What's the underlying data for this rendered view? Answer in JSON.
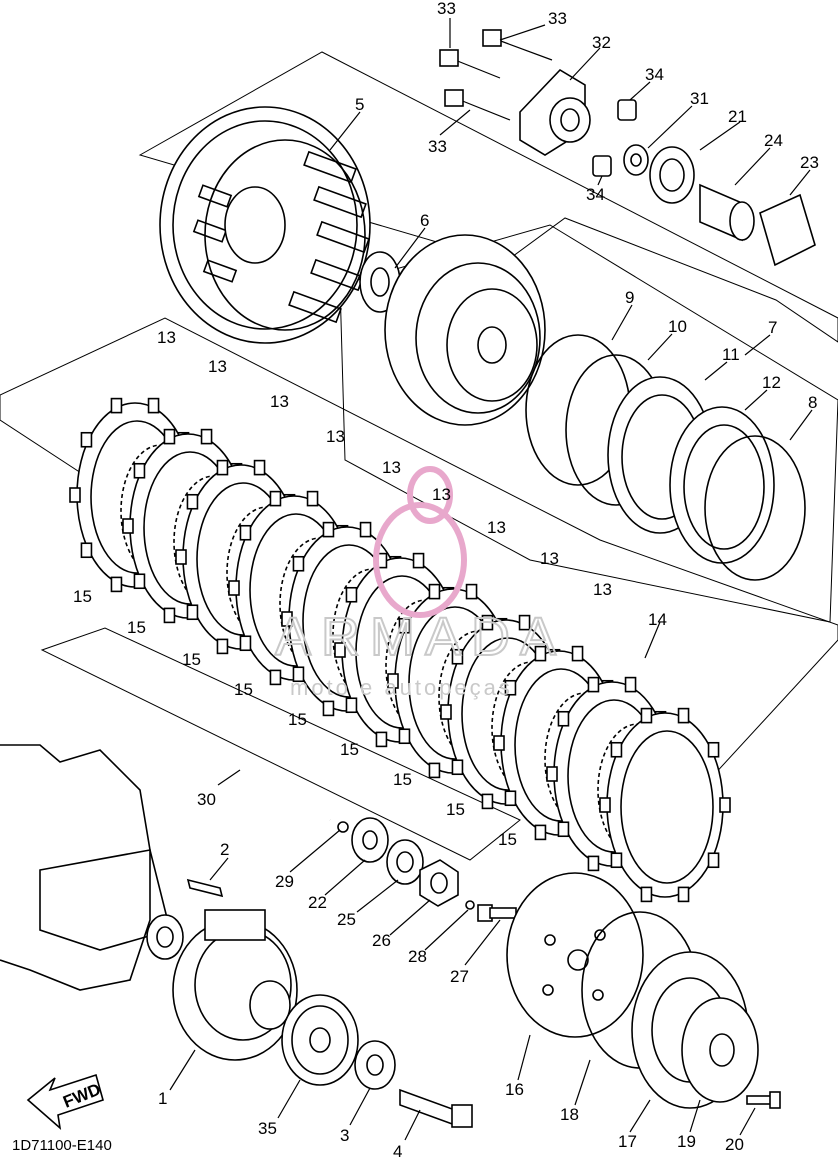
{
  "diagram": {
    "code": "1D71100-E140",
    "fwd_label": "FWD",
    "watermark": {
      "brand": "ARMADA",
      "tagline": "moto e autopeças"
    },
    "labels": {
      "p1": "1",
      "p2": "2",
      "p3": "3",
      "p4": "4",
      "p5": "5",
      "p6": "6",
      "p7": "7",
      "p8": "8",
      "p9": "9",
      "p10": "10",
      "p11": "11",
      "p12": "12",
      "p13": "13",
      "p14": "14",
      "p15": "15",
      "p16": "16",
      "p17": "17",
      "p18": "18",
      "p19": "19",
      "p20": "20",
      "p21": "21",
      "p22": "22",
      "p23": "23",
      "p24": "24",
      "p25": "25",
      "p26": "26",
      "p27": "27",
      "p28": "28",
      "p29": "29",
      "p30": "30",
      "p31": "31",
      "p32": "32",
      "p33": "33",
      "p34": "34",
      "p35": "35"
    }
  }
}
